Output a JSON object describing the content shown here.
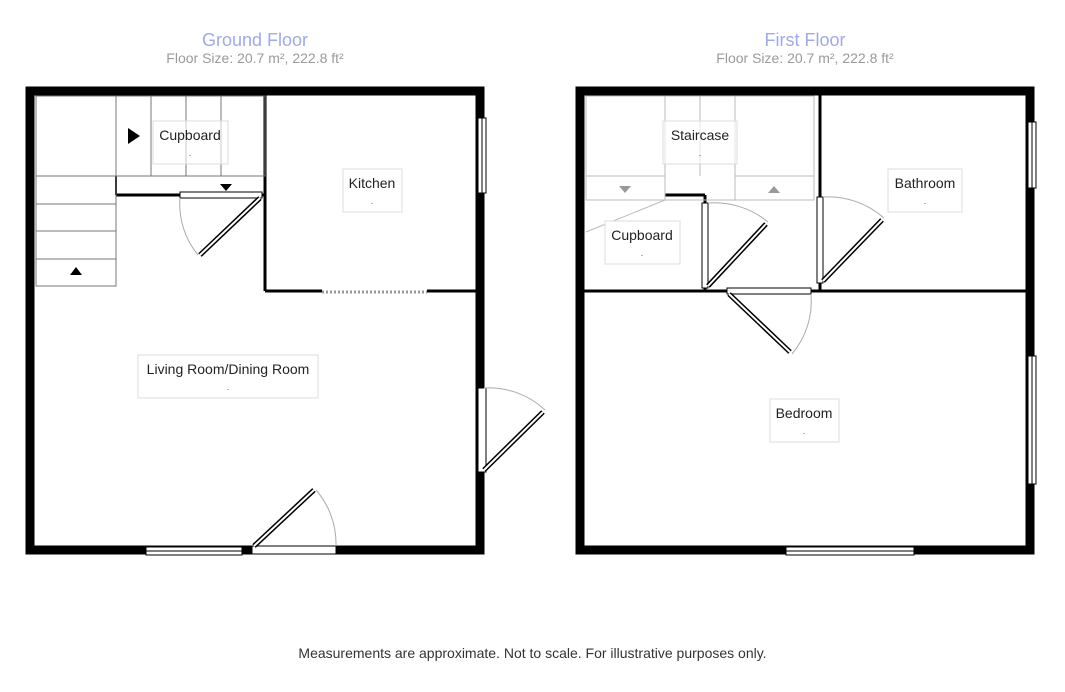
{
  "floors": [
    {
      "title": "Ground Floor",
      "size": "Floor Size: 20.7 m², 222.8 ft²",
      "rooms": [
        {
          "name": "Cupboard",
          "dims": "."
        },
        {
          "name": "Kitchen",
          "dims": "."
        },
        {
          "name": "Living Room/Dining Room",
          "dims": "."
        }
      ]
    },
    {
      "title": "First Floor",
      "size": "Floor Size: 20.7 m², 222.8 ft²",
      "rooms": [
        {
          "name": "Staircase",
          "dims": "."
        },
        {
          "name": "Bathroom",
          "dims": "."
        },
        {
          "name": "Cupboard",
          "dims": "."
        },
        {
          "name": "Bedroom",
          "dims": "."
        }
      ]
    }
  ],
  "footer": "Measurements are approximate. Not to scale. For illustrative purposes only.",
  "colors": {
    "title": "#a3a8e6",
    "subtitle": "#9a9a9a",
    "wall": "#000000",
    "label_border": "#dddddd"
  }
}
